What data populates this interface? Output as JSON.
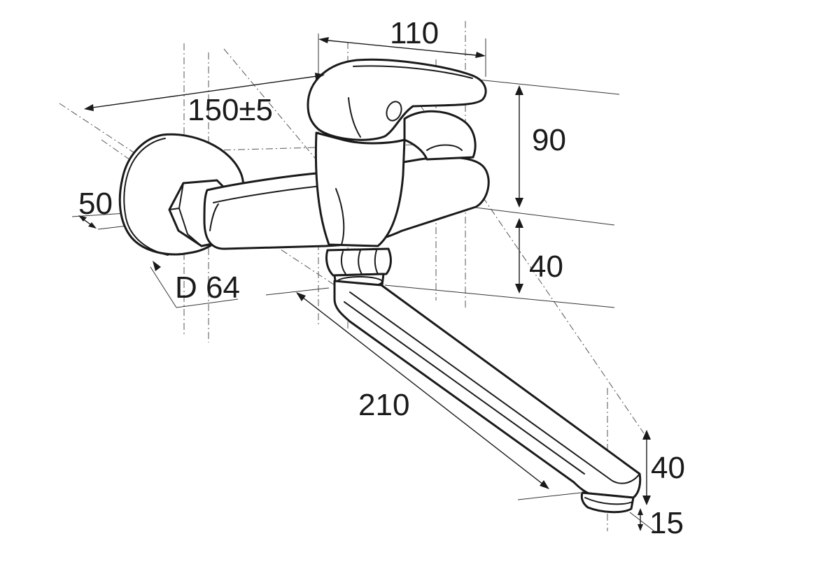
{
  "labels": {
    "width_handle": "110",
    "wall_spacing": "150±5",
    "body_height": "90",
    "flange_depth": "50",
    "spout_drop": "40",
    "flange_diameter": "D 64",
    "spout_length": "210",
    "outlet_height": "40",
    "outlet_thickness": "15"
  },
  "colors": {
    "line": "#1a1a1a",
    "background": "#ffffff"
  }
}
